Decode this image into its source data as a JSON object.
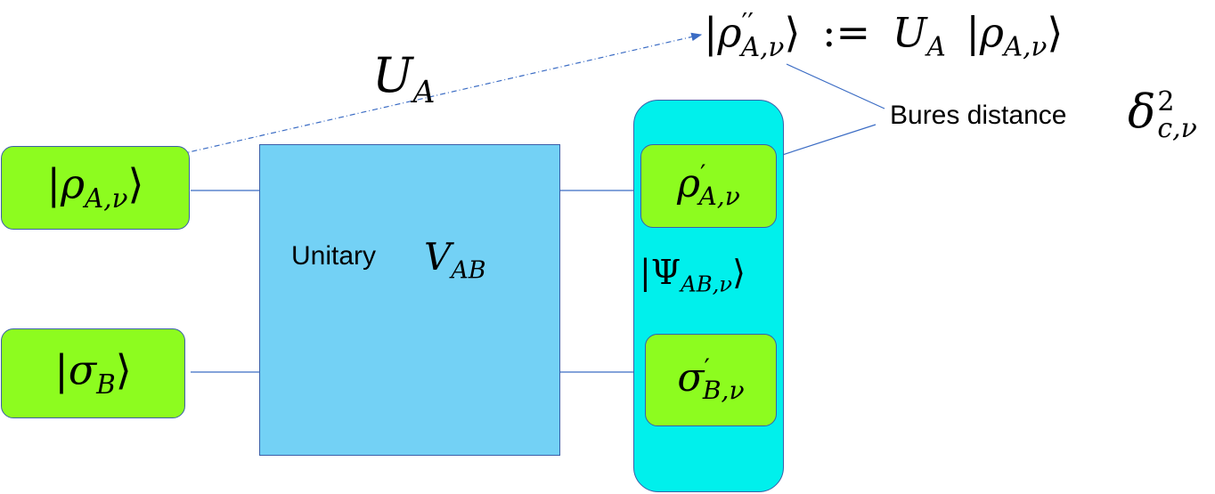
{
  "diagram": {
    "inputs": {
      "rho_A": {
        "ket_open": "|",
        "symbol": "ρ",
        "subscript": "A,ν",
        "ket_close": "⟩"
      },
      "sigma_B": {
        "ket_open": "|",
        "symbol": "σ",
        "subscript": "B",
        "ket_close": "⟩"
      }
    },
    "unitary": {
      "label": "Unitary",
      "symbol": "V",
      "subscript": "AB"
    },
    "outputs": {
      "rho_prime": {
        "symbol": "ρ",
        "prime": "′",
        "subscript": "A,ν"
      },
      "psi": {
        "ket_open": "|",
        "symbol": "Ψ",
        "subscript": "AB,ν",
        "ket_close": "⟩"
      },
      "sigma_prime": {
        "symbol": "σ",
        "prime": "′",
        "subscript": "B,ν"
      }
    },
    "local_unitary": {
      "symbol": "U",
      "subscript": "A"
    },
    "definition": {
      "lhs_open": "|",
      "lhs_symbol": "ρ",
      "lhs_prime": "′′",
      "lhs_subscript": "A,ν",
      "lhs_close": "⟩",
      "operator": ":=",
      "rhs_symbol": "U",
      "rhs_subscript": "A",
      "rhs_open": "|",
      "rhs_ket_symbol": "ρ",
      "rhs_ket_subscript": "A,ν",
      "rhs_close": "⟩"
    },
    "bures": {
      "label": "Bures distance",
      "symbol": "δ",
      "superscript": "2",
      "subscript": "c,ν"
    }
  },
  "colors": {
    "state_box": "#8dfc1f",
    "unitary_box": "#73d1f5",
    "output_group": "#00f0ec",
    "lines": "#3b6cc4"
  }
}
